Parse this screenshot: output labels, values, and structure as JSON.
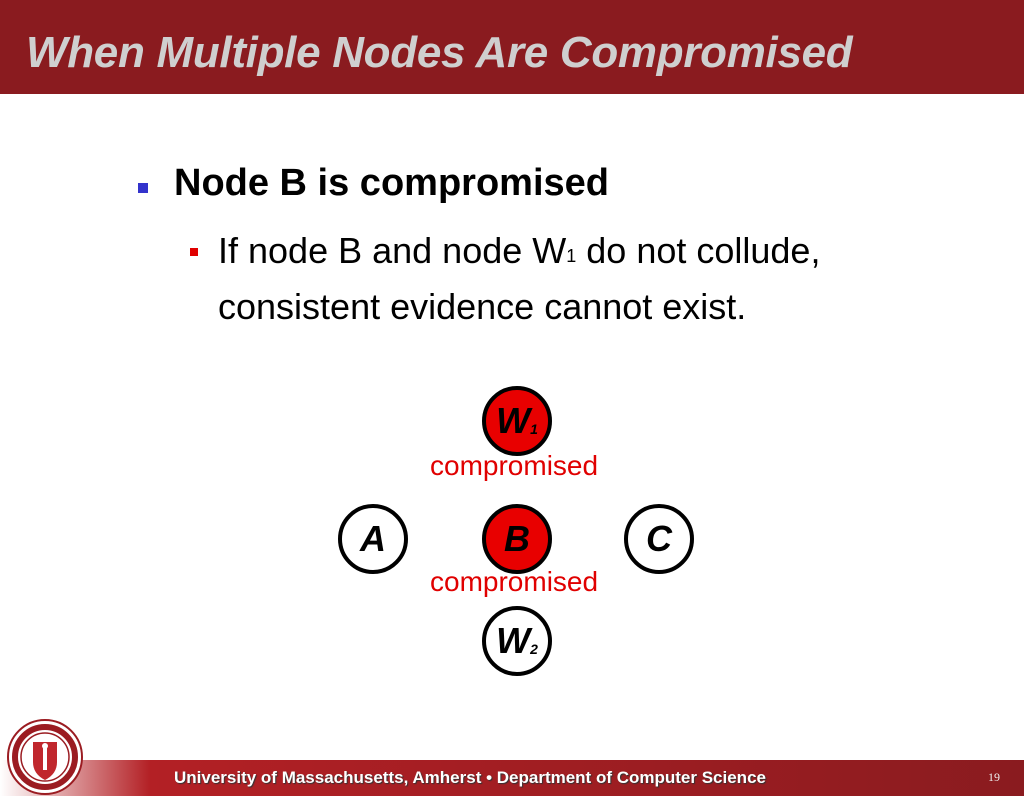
{
  "slide": {
    "title": "When Multiple Nodes Are Compromised",
    "bullet_main": "Node B is compromised",
    "bullet_sub_part1": "If node B and node W",
    "bullet_sub_subscript": "1",
    "bullet_sub_part2": " do not collude, consistent evidence cannot exist."
  },
  "diagram": {
    "nodes": [
      {
        "id": "W1",
        "letter": "W",
        "sub": "1",
        "compromised": true
      },
      {
        "id": "A",
        "letter": "A",
        "sub": "",
        "compromised": false
      },
      {
        "id": "B",
        "letter": "B",
        "sub": "",
        "compromised": true
      },
      {
        "id": "C",
        "letter": "C",
        "sub": "",
        "compromised": false
      },
      {
        "id": "W2",
        "letter": "W",
        "sub": "2",
        "compromised": false
      }
    ],
    "label_w1": "compromised",
    "label_b": "compromised"
  },
  "footer": {
    "text": "University of Massachusetts, Amherst  •  Department of Computer Science",
    "page_number": "19"
  },
  "colors": {
    "title_bar": "#8a1b1f",
    "compromised": "#e80000",
    "bullet_main": "#3333cc",
    "bullet_sub": "#e00000"
  }
}
